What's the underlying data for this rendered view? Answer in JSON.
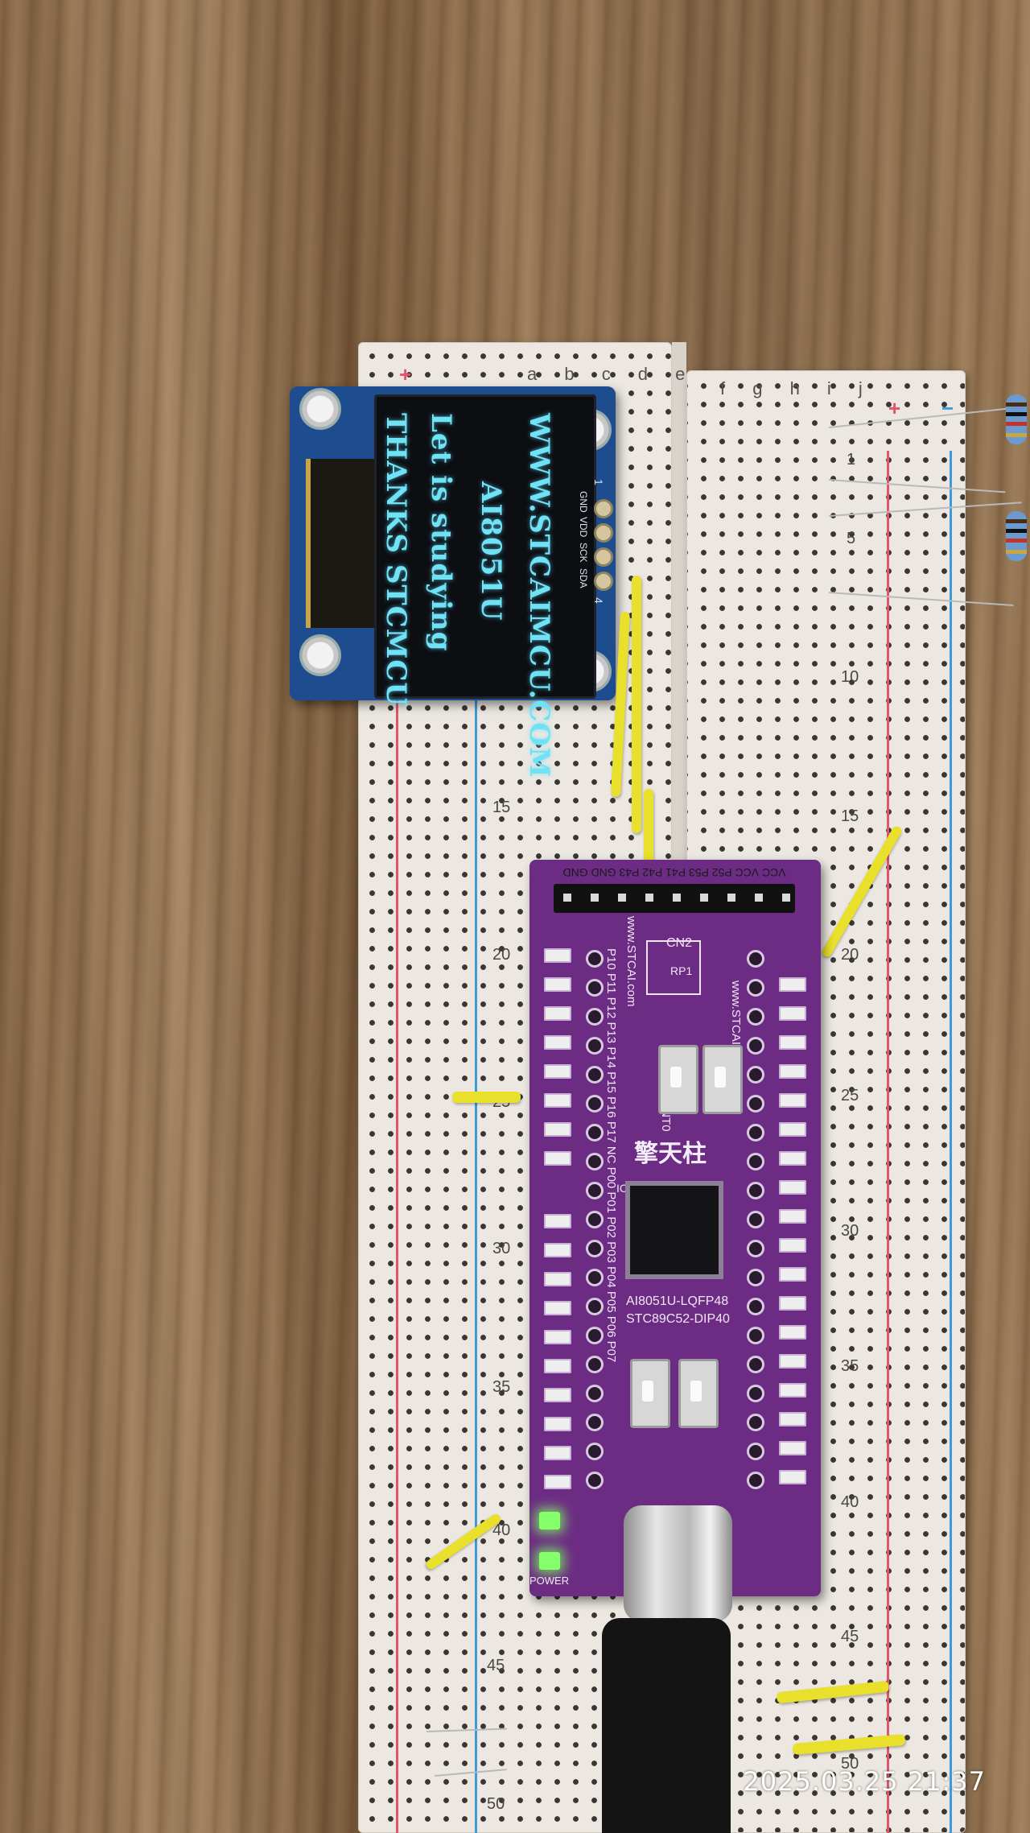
{
  "oled": {
    "lines": [
      "WWW.STCAIMCU.COM",
      "AI8051U",
      "Let is studying",
      "THANKS STCMCU"
    ],
    "pin_labels": [
      "GND",
      "VDD",
      "SCK",
      "SDA"
    ],
    "pin_numbers": [
      "1",
      "4"
    ]
  },
  "breadboard": {
    "column_letters_left": "a b c d e",
    "column_letters_right": "f g h i j",
    "row_numbers_left": [
      "15",
      "20",
      "25",
      "30",
      "35",
      "40",
      "45",
      "50"
    ],
    "row_numbers_right": [
      "1",
      "5",
      "10",
      "15",
      "20",
      "25",
      "30",
      "35",
      "40",
      "45",
      "50"
    ],
    "plus": "+",
    "minus": "−"
  },
  "mcu_board": {
    "header_labels": "VCC VCC P52 P53 P41 P42 P43 GND GND",
    "brand_text": "擎天柱",
    "chip_label": "AI8051U-LQFP48",
    "chip_label_2": "STC89C52-DIP40",
    "silk_url": "www.STCAI.com",
    "cn2": "CN2",
    "rp1": "RP1",
    "ic1": "IC1",
    "p32_label": "P32_INT0",
    "power_label": "POWER",
    "left_pins": "P10 P11 P12 P13 P14 P15 P16 P17 NC P00 P01 P02 P03 P04 P05 P06 P07"
  },
  "timestamp": "2025.03.25  21:37",
  "colors": {
    "oled_text": "#6fe3f5",
    "pcb_purple": "#6d2c84",
    "oled_pcb_blue": "#1d4d8e",
    "wire_yellow": "#e8e02a",
    "led_green": "#86ff6c"
  }
}
